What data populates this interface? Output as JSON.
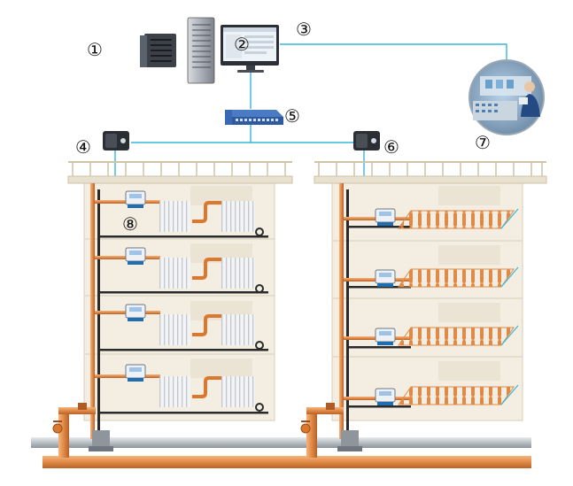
{
  "labels": {
    "n1": "①",
    "n2": "②",
    "n3": "③",
    "n4": "④",
    "n5": "⑤",
    "n6": "⑥",
    "n7": "⑦",
    "n8": "⑧"
  },
  "colors": {
    "network_line": "#38b6d8",
    "copper_pipe": "#e08a47",
    "copper_pipe_dark": "#c9692b",
    "grey_pipe": "#b9bfc4",
    "building_fill": "#f4eee2",
    "building_edge": "#d9ceb6",
    "meter_blue": "#1f6fb0"
  },
  "components": {
    "n1": "server-icon",
    "n2": "monitor-computer-icon",
    "n3": "network-connection-line",
    "n4": "data-concentrator-icon",
    "n5": "network-switch-icon",
    "n6": "data-concentrator-icon",
    "n7": "control-room-photo",
    "n8": "heat-meter-icon"
  }
}
